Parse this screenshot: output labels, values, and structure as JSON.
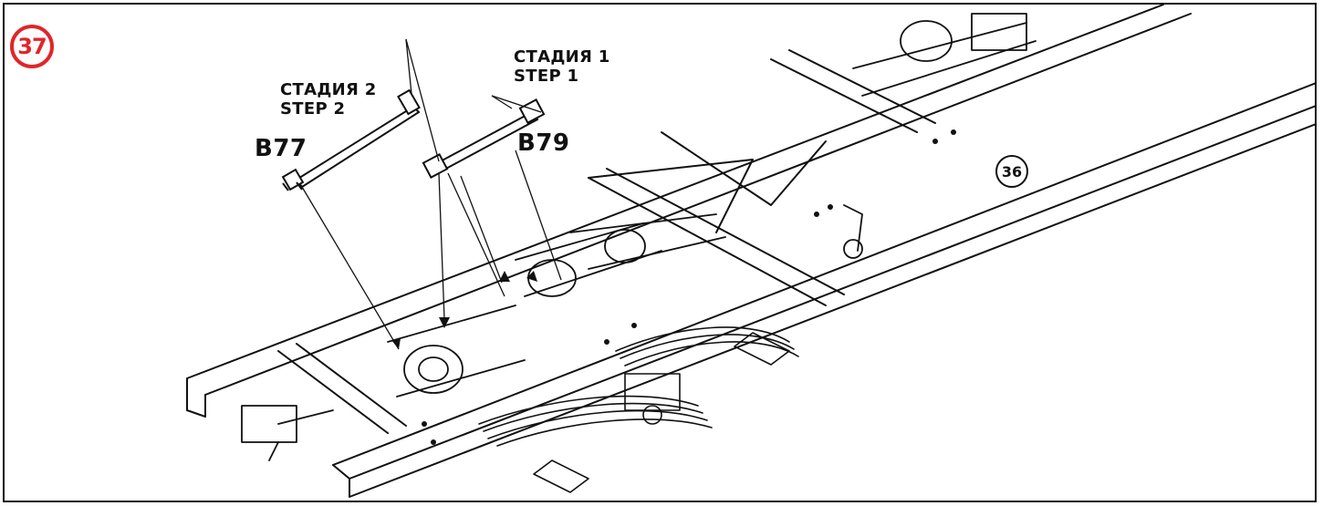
{
  "step_number": "37",
  "reference_step": "36",
  "stage_1": {
    "line1": "СТАДИЯ 1",
    "line2": "STEP 1"
  },
  "stage_2": {
    "line1": "СТАДИЯ 2",
    "line2": "STEP 2"
  },
  "parts": {
    "rod_a": "B77",
    "rod_b": "B79"
  },
  "colors": {
    "accent": "#e0262b",
    "ink": "#111111"
  }
}
